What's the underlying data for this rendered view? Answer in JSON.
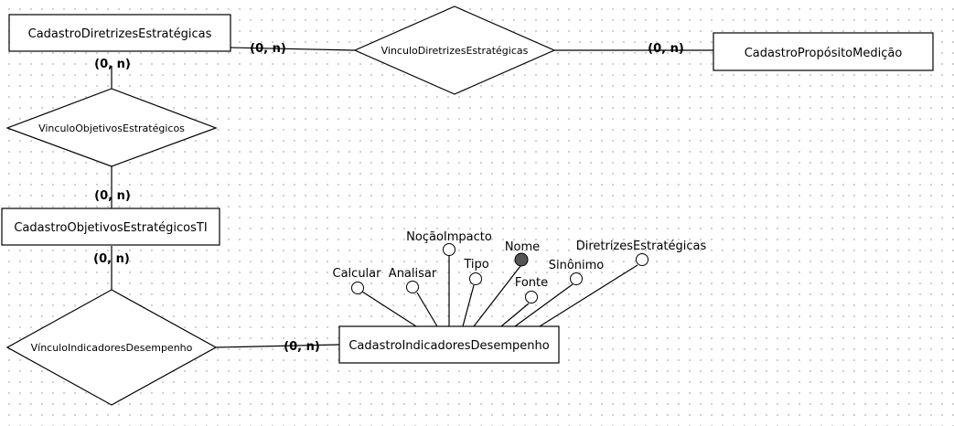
{
  "entities": {
    "diretrizes": "CadastroDiretrizesEstratégicas",
    "proposito": "CadastroPropósitoMedição",
    "objetivos": "CadastroObjetivosEstratégicosTI",
    "indicadores": "CadastroIndicadoresDesempenho"
  },
  "relationships": {
    "vinculo_diretrizes": "VinculoDiretrizesEstratégicas",
    "vinculo_objetivos": "VinculoObjetivosEstratégicos",
    "vinculo_indicadores": "VínculoIndicadoresDesempenho"
  },
  "cardinality": {
    "c1": "(0, n)",
    "c2": "(0, n)",
    "c3": "(0, n)",
    "c4": "(0, n)",
    "c5": "(0, n)",
    "c6": "(0, n)"
  },
  "attributes": {
    "calcular": "Calcular",
    "analisar": "Analisar",
    "nocao_impacto": "NoçãoImpacto",
    "tipo": "Tipo",
    "nome": "Nome",
    "fonte": "Fonte",
    "sinonimo": "Sinônimo",
    "diretrizes_estrategicas": "DiretrizesEstratégicas"
  },
  "key_attribute": "Nome",
  "colors": {
    "key_attribute_fill": "#555555",
    "line": "#000000"
  }
}
